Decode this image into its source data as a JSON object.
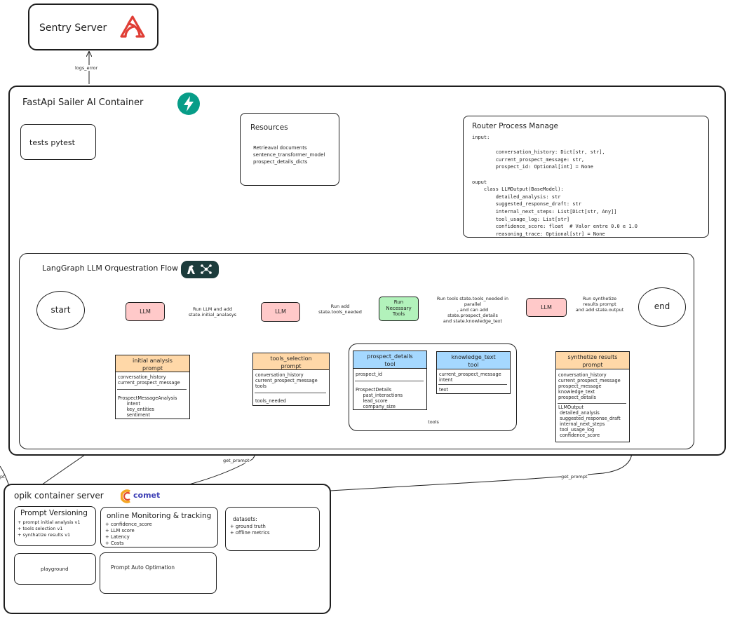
{
  "colors": {
    "stroke": "#1e1e1e",
    "llm_fill": "#ffc9c9",
    "tool_fill": "#a5d8ff",
    "run_tools_fill": "#b2f2bb",
    "prompt_fill": "#ffd8a8",
    "sentry_red": "#e03e35",
    "fastapi_teal": "#079d88",
    "langgraph_dark": "#1c3c3c",
    "comet_orange": "#f5a623",
    "comet_blue": "#3d3fb5"
  },
  "sentry": {
    "title": "Sentry Server",
    "icon": "sentry-logo-icon",
    "arrow_label": "logs_error"
  },
  "container": {
    "title": "FastApi Sailer AI Container",
    "icon": "fastapi-bolt-icon",
    "tests": {
      "label": "tests pytest"
    },
    "resources": {
      "title": "Resources",
      "lines": [
        "Retrieaval documents",
        "sentence_transformer_model",
        "prospect_details_dicts"
      ]
    },
    "router": {
      "title": "Router Process Manage",
      "text": "input:\n\n        conversation_history: Dict[str, str],\n        current_prospect_message: str,\n        prospect_id: Optional[int] = None\n\nouput\n    class LLMOutput(BaseModel):\n        detailed_analysis: str\n        suggested_response_draft: str\n        internal_next_steps: List[Dict[str, Any]]\n        tool_usage_log: List[str]\n        confidence_score: float  # Valor entre 0.0 e 1.0\n        reasoning_trace: Optional[str] = None"
    }
  },
  "flow": {
    "title": "LangGraph LLM Orquestration Flow",
    "icon": "langgraph-logo-icon",
    "start": "start",
    "end": "end",
    "llm1": "LLM",
    "llm2": "LLM",
    "llm3": "LLM",
    "run_tools": "Run\nNecessary\nTools",
    "edge1": "Run LLM and add\nstate.initial_analasys",
    "edge2": "Run add\nstate.tools_needed",
    "edge3": "Run tools state.tools_needed in\nparallel\n, and can add\nstate.prospect_details\nand state.knowledge_text",
    "edge4": "Run synthetize\nresults prompt\nand add state.output",
    "tools_group_label": "tools",
    "initial_prompt": {
      "header": "initial analysis\nprompt",
      "inputs": "conversation_history\ncurrent_prospect_message",
      "outputs": "ProspectMessageAnalysis\n      intent\n      key_entities\n      sentiment"
    },
    "tools_prompt": {
      "header": "tools_selection\nprompt",
      "inputs": "conversation_history\ncurrent_prospect_message\ntools",
      "outputs": "tools_needed"
    },
    "prospect_tool": {
      "header": "prospect_details\ntool",
      "inputs": "prospect_id",
      "outputs": "ProspectDetails\n     past_interactions\n     lead_score\n     company_size"
    },
    "knowledge_tool": {
      "header": "knowledge_text\ntool",
      "inputs": "current_prospect_message\nintent",
      "outputs": "text"
    },
    "synth_prompt": {
      "header": "synthetize results\nprompt",
      "inputs": "conversation_history\ncurrent_prospect_message\nprospect_message\nknowledge_text\nprospect_details",
      "outputs": "LLMOutput\n detailed_analysis\n suggested_response_draft\n internal_next_steps\n tool_usage_log\n confidence_score"
    }
  },
  "opik": {
    "title": "opik container server",
    "brand": "comet",
    "icon": "comet-logo-icon",
    "get_prompt_1": "get_prompt",
    "get_prompt_2": "get_prompt",
    "get_prompt_3": "get_prompt",
    "versioning": {
      "title": "Prompt Versioning",
      "items": [
        "+ prompt initial analysis v1",
        "+ tools selection v1",
        "+ synthatize results v1"
      ]
    },
    "monitoring": {
      "title": "online Monitoring & tracking",
      "items": [
        "+ confidence_score",
        "+ LLM score",
        "+ Latency",
        "+ Costs"
      ]
    },
    "datasets": {
      "title": "datasets:",
      "items": [
        "+ ground truth",
        "+ offline metrics"
      ]
    },
    "playground": "playground",
    "auto_opt": "Prompt Auto Optimation"
  }
}
